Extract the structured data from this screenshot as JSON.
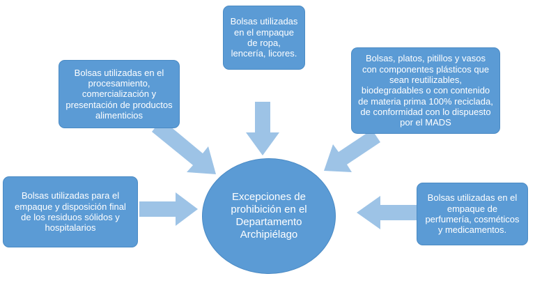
{
  "diagram": {
    "title": "Excepciones de prohibición en el Departamento Archipiélago",
    "center": {
      "text": "Excepciones de prohibición en el Departamento Archipiélago"
    },
    "boxes": [
      {
        "id": "top",
        "text": "Bolsas utilizadas en el empaque de ropa, lencería, licores."
      },
      {
        "id": "upper-left",
        "text": "Bolsas utilizadas en el procesamiento, comercialización y presentación de productos alimenticios"
      },
      {
        "id": "upper-right",
        "text": "Bolsas, platos, pitillos y vasos con componentes plásticos que sean reutilizables, biodegradables o con contenido de materia prima 100% reciclada, de conformidad con  lo dispuesto por el MADS"
      },
      {
        "id": "left",
        "text": "Bolsas utilizadas para el empaque y disposición final de los residuos sólidos y hospitalarios"
      },
      {
        "id": "right",
        "text": "Bolsas utilizadas en el empaque de perfumería, cosméticos y medicamentos."
      }
    ],
    "arrows": [
      {
        "id": "arrow-top",
        "from": "top",
        "to": "center"
      },
      {
        "id": "arrow-upper-left",
        "from": "upper-left",
        "to": "center"
      },
      {
        "id": "arrow-upper-right",
        "from": "upper-right",
        "to": "center"
      },
      {
        "id": "arrow-left",
        "from": "left",
        "to": "center"
      },
      {
        "id": "arrow-right",
        "from": "right",
        "to": "center"
      }
    ],
    "colors": {
      "box_fill": "#5B9BD5",
      "box_border": "#4A8AC4",
      "arrow_fill": "#9DC3E6",
      "text": "#FFFFFF",
      "background": "#FFFFFF"
    }
  }
}
